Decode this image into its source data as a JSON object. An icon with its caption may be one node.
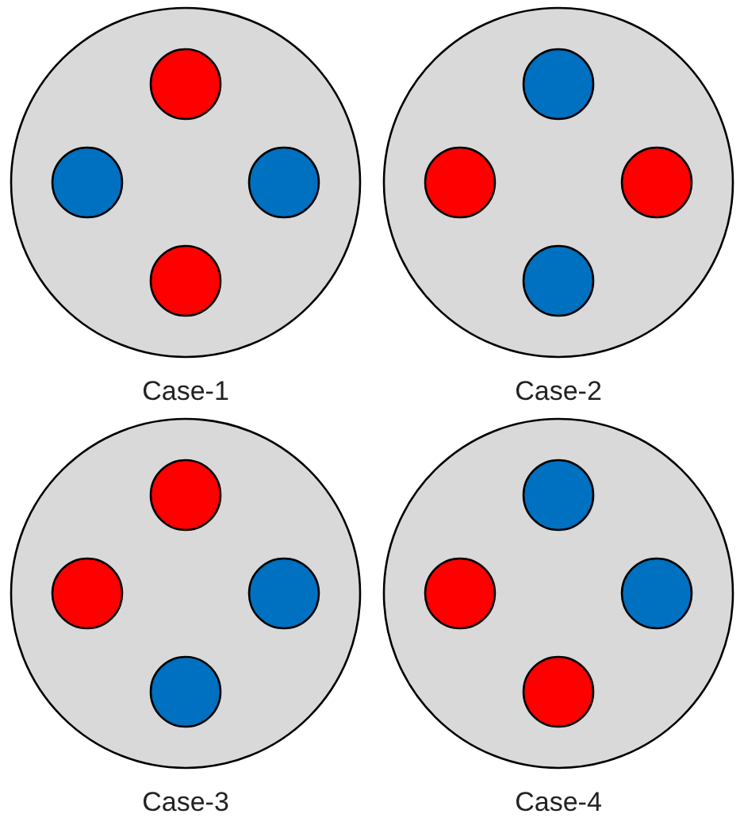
{
  "diagram": {
    "nodes": [
      {
        "text": [
          "Case-1"
        ]
      },
      {
        "text": [],
        "shape": "circle",
        "in": 0
      },
      {
        "text": [],
        "shape": "circle",
        "in": 0
      },
      {
        "text": [],
        "shape": "circle",
        "in": 0
      },
      {
        "text": [],
        "shape": "circle",
        "in": 0
      },
      {
        "text": [
          "Case-2"
        ]
      },
      {
        "text": [],
        "shape": "circle",
        "in": 5
      },
      {
        "text": [],
        "shape": "circle",
        "in": 5
      },
      {
        "text": [],
        "shape": "circle",
        "in": 5
      },
      {
        "text": [],
        "shape": "circle",
        "in": 5
      },
      {
        "text": [
          "Case-3"
        ]
      },
      {
        "text": [],
        "shape": "circle",
        "in": 10
      },
      {
        "text": [],
        "shape": "circle",
        "in": 10
      },
      {
        "text": [],
        "shape": "circle",
        "in": 10
      },
      {
        "text": [],
        "shape": "circle",
        "in": 10
      },
      {
        "text": [
          "Case-4"
        ]
      },
      {
        "text": [],
        "shape": "circle",
        "in": 15
      },
      {
        "text": [],
        "shape": "circle",
        "in": 15
      },
      {
        "text": [],
        "shape": "circle",
        "in": 15
      },
      {
        "text": [],
        "shape": "circle",
        "in": 15
      }
    ]
  }
}
